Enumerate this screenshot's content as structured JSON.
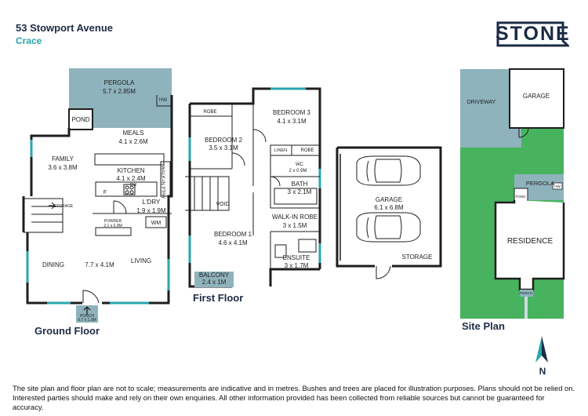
{
  "header": {
    "address": "53 Stowport Avenue",
    "suburb": "Crace",
    "logo_text": "STONE"
  },
  "floors": {
    "ground": "Ground Floor",
    "first": "First Floor",
    "site": "Site Plan"
  },
  "ground_rooms": {
    "pergola_name": "PERGOLA",
    "pergola_dim": "5.7 x 2.85M",
    "hw": "HW",
    "pond": "POND",
    "meals_name": "MEALS",
    "meals_dim": "4.1 x 2.6M",
    "family_name": "FAMILY",
    "family_dim": "3.6 x 3.8M",
    "kitchen_name": "KITCHEN",
    "kitchen_dim": "4.1 x 2.4M",
    "dw": "DW",
    "walkin_pantry": "WALK-IN PTRY",
    "fridge": "F",
    "storage": "STORAGE",
    "ldry_name": "L'DRY",
    "ldry_dim": "1.9 x 1.9M",
    "powder_name": "POWDER",
    "powder_dim": "2.1 x 0.9M",
    "wm": "WM",
    "dining": "DINING",
    "dining_living_dim": "7.7 x 4.1M",
    "living": "LIVING",
    "porch_name": "PORCH",
    "porch_dim": "0.7 x 1.3M"
  },
  "first_rooms": {
    "robe1": "ROBE",
    "bed3_name": "BEDROOM 3",
    "bed3_dim": "4.1 x 3.1M",
    "bed2_name": "BEDROOM 2",
    "bed2_dim": "3.5 x 3.1M",
    "linen": "LINEN",
    "robe2": "ROBE",
    "wc_name": "WC",
    "wc_dim": "2 x 0.9M",
    "bath_name": "BATH",
    "bath_dim": "3 x 2.1M",
    "void": "VOID",
    "wir_name": "WALK-IN ROBE",
    "wir_dim": "3 x 1.5M",
    "bed1_name": "BEDROOM 1",
    "bed1_dim": "4.6 x 4.1M",
    "ensuite_name": "ENSUITE",
    "ensuite_dim": "3 x 1.7M",
    "balcony_name": "BALCONY",
    "balcony_dim": "2.4 x 1M"
  },
  "garage_rooms": {
    "garage_name": "GARAGE",
    "garage_dim": "6.1 x 6.8M",
    "storage": "STORAGE"
  },
  "site": {
    "driveway": "DRIVEWAY",
    "garage": "GARAGE",
    "pergola": "PERGOLA",
    "pond": "POND",
    "hw": "HW",
    "residence": "RESIDENCE",
    "porch": "PORCH"
  },
  "compass": {
    "label": "N"
  },
  "disclaimer": "The site plan and floor plan are not to scale; measurements are indicative and in metres. Bushes and trees are placed for illustration purposes. Plans should not be relied on. Interested parties should make and rely on their own enquiries. All other information provided has been collected from reliable sources but cannot be guaranteed for accuracy.",
  "colors": {
    "wall": "#1e1e1e",
    "window": "#2aa6ad",
    "outdoor": "#8fb3bd",
    "lawn": "#47b35e",
    "brand": "#1c2b45"
  }
}
